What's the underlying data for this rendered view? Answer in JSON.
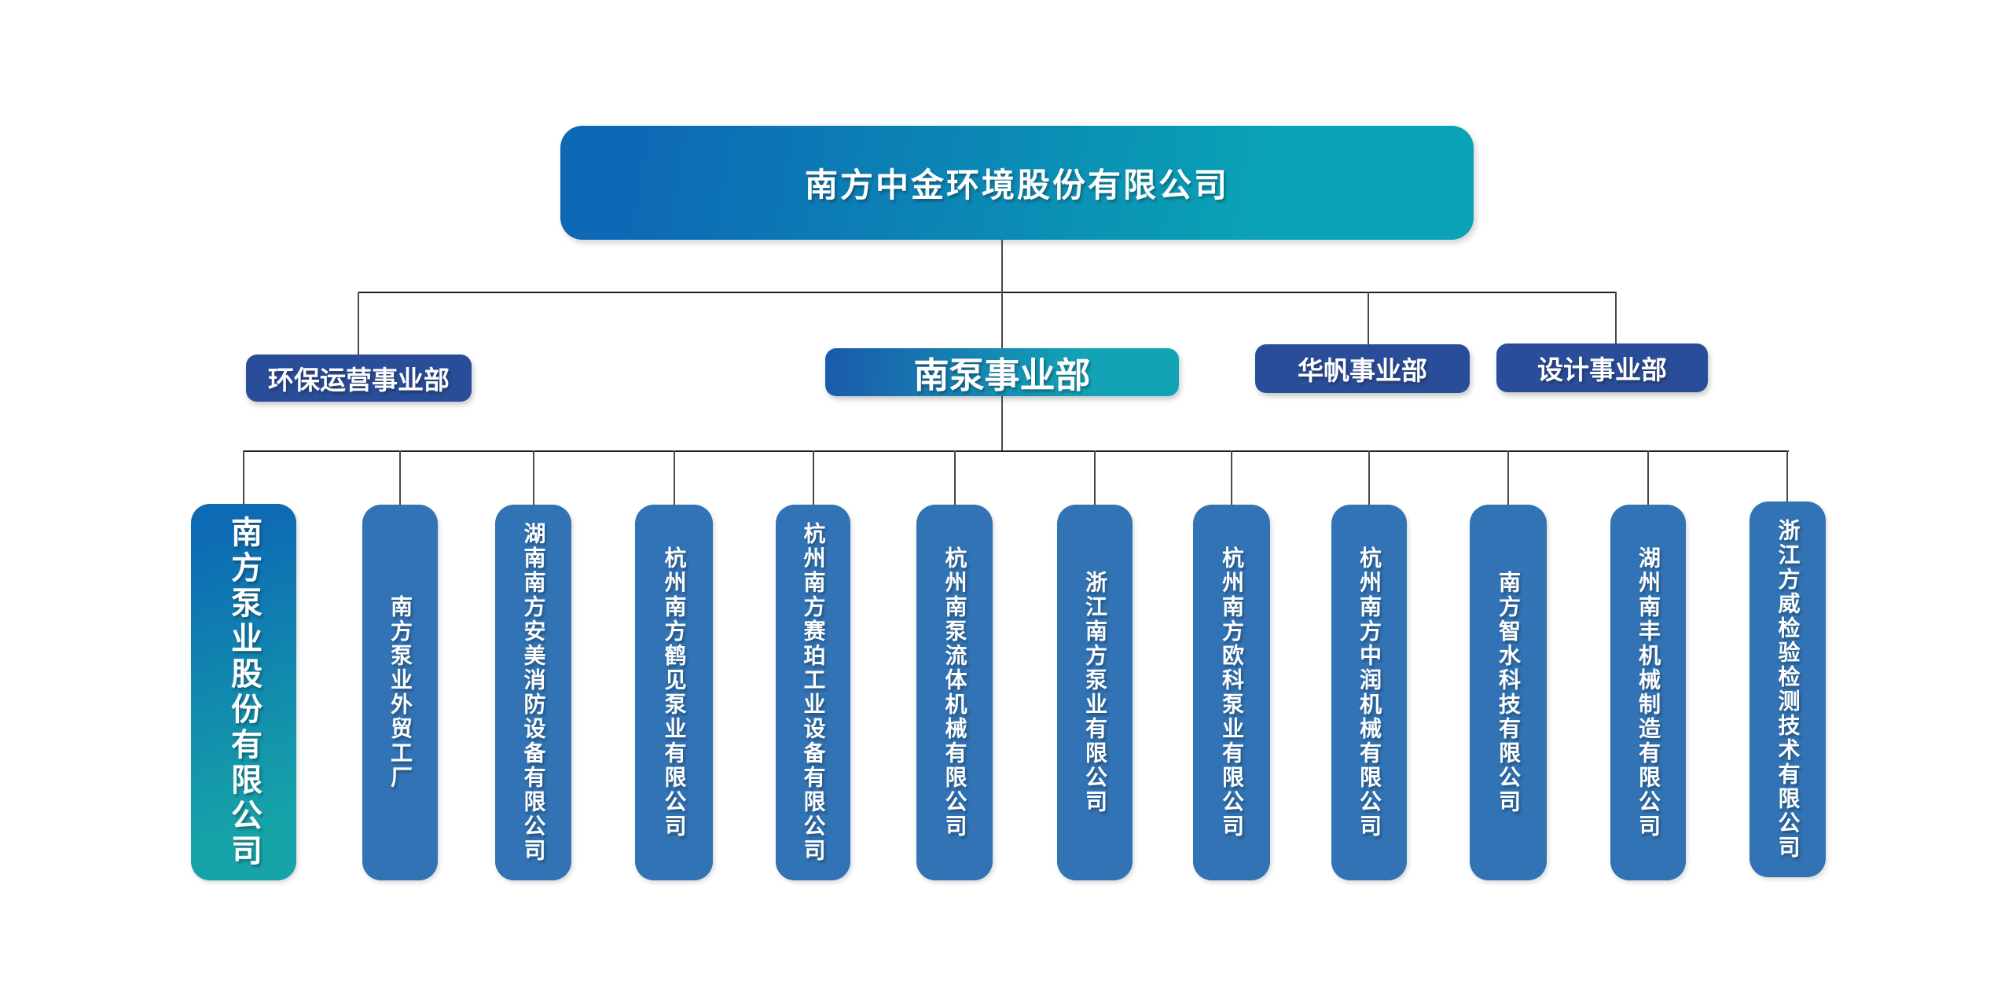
{
  "root": {
    "label": "南方中金环境股份有限公司"
  },
  "divisions": [
    {
      "label": "环保运营事业部",
      "variant": "navy"
    },
    {
      "label": "南泵事业部",
      "variant": "gradient"
    },
    {
      "label": "华帆事业部",
      "variant": "navy"
    },
    {
      "label": "设计事业部",
      "variant": "navy"
    }
  ],
  "subsidiaries": [
    {
      "label": "南方泵业股份有限公司",
      "variant": "gradient"
    },
    {
      "label": "南方泵业外贸工厂",
      "variant": "blue"
    },
    {
      "label": "湖南南方安美消防设备有限公司",
      "variant": "blue"
    },
    {
      "label": "杭州南方鹤见泵业有限公司",
      "variant": "blue"
    },
    {
      "label": "杭州南方赛珀工业设备有限公司",
      "variant": "blue"
    },
    {
      "label": "杭州南泵流体机械有限公司",
      "variant": "blue"
    },
    {
      "label": "浙江南方泵业有限公司",
      "variant": "blue"
    },
    {
      "label": "杭州南方欧科泵业有限公司",
      "variant": "blue"
    },
    {
      "label": "杭州南方中润机械有限公司",
      "variant": "blue"
    },
    {
      "label": "南方智水科技有限公司",
      "variant": "blue"
    },
    {
      "label": "湖州南丰机械制造有限公司",
      "variant": "blue"
    },
    {
      "label": "浙江方威检验检测技术有限公司",
      "variant": "blue"
    }
  ],
  "colors": {
    "root_gradient_start": "#0d68b5",
    "root_gradient_end": "#0aa3b5",
    "nanbeng_gradient_start": "#1a5cab",
    "nanbeng_gradient_end": "#12a3b6",
    "navy": "#2a4d99",
    "subsidiary_blue": "#3173b4",
    "sub1_gradient_start": "#0d6ab4",
    "sub1_gradient_end": "#16a4a8",
    "line_dark": "#1f1f1f",
    "line_gray": "#4a4a4a",
    "text_white": "#ffffff"
  }
}
